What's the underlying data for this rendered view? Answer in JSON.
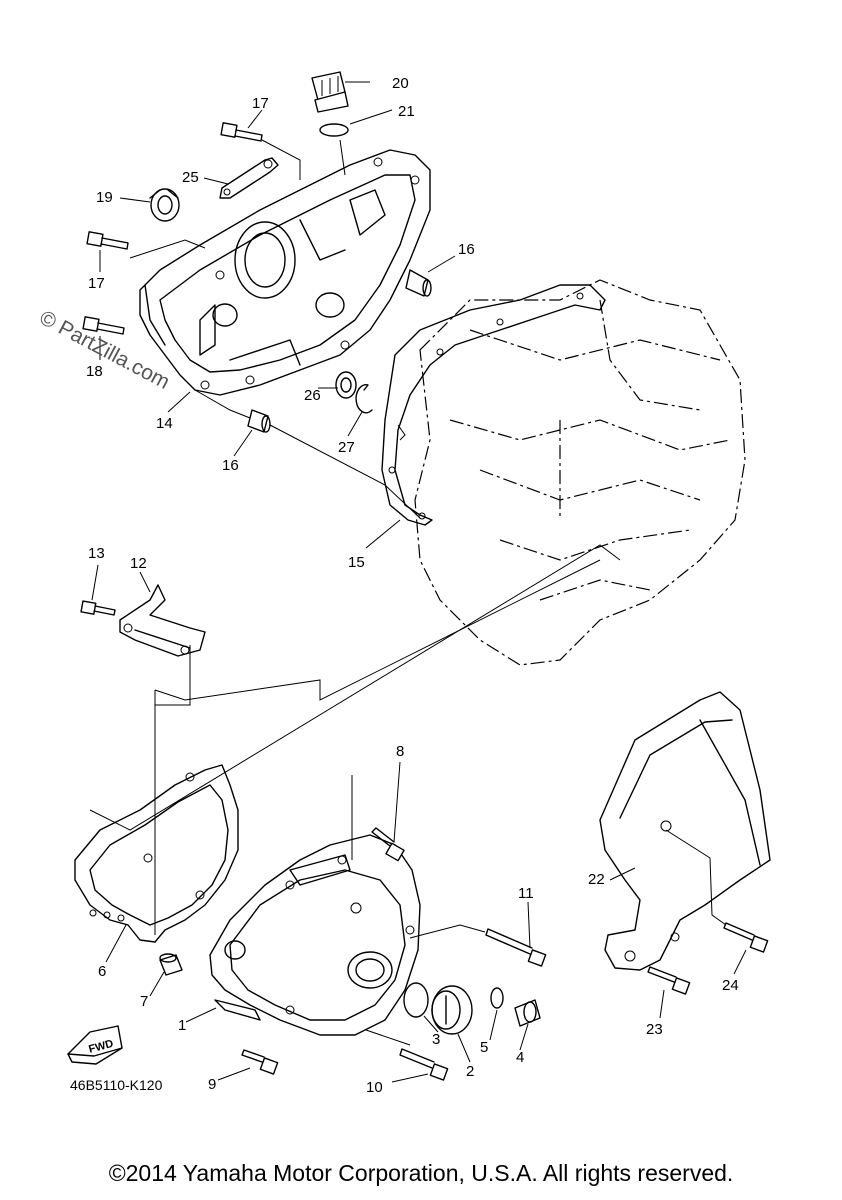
{
  "callouts": {
    "c1": "1",
    "c2": "2",
    "c3": "3",
    "c4": "4",
    "c5": "5",
    "c6": "6",
    "c7": "7",
    "c8": "8",
    "c9": "9",
    "c10": "10",
    "c11": "11",
    "c12": "12",
    "c13": "13",
    "c14": "14",
    "c15": "15",
    "c16a": "16",
    "c16b": "16",
    "c17a": "17",
    "c17b": "17",
    "c18": "18",
    "c19": "19",
    "c20": "20",
    "c21": "21",
    "c22": "22",
    "c23": "23",
    "c24": "24",
    "c25": "25",
    "c26": "26",
    "c27": "27"
  },
  "diagram_code": "46B5110-K120",
  "fwd_label": "FWD",
  "watermark": "© PartZilla.com",
  "copyright": "©2014 Yamaha Motor Corporation, U.S.A. All rights reserved."
}
